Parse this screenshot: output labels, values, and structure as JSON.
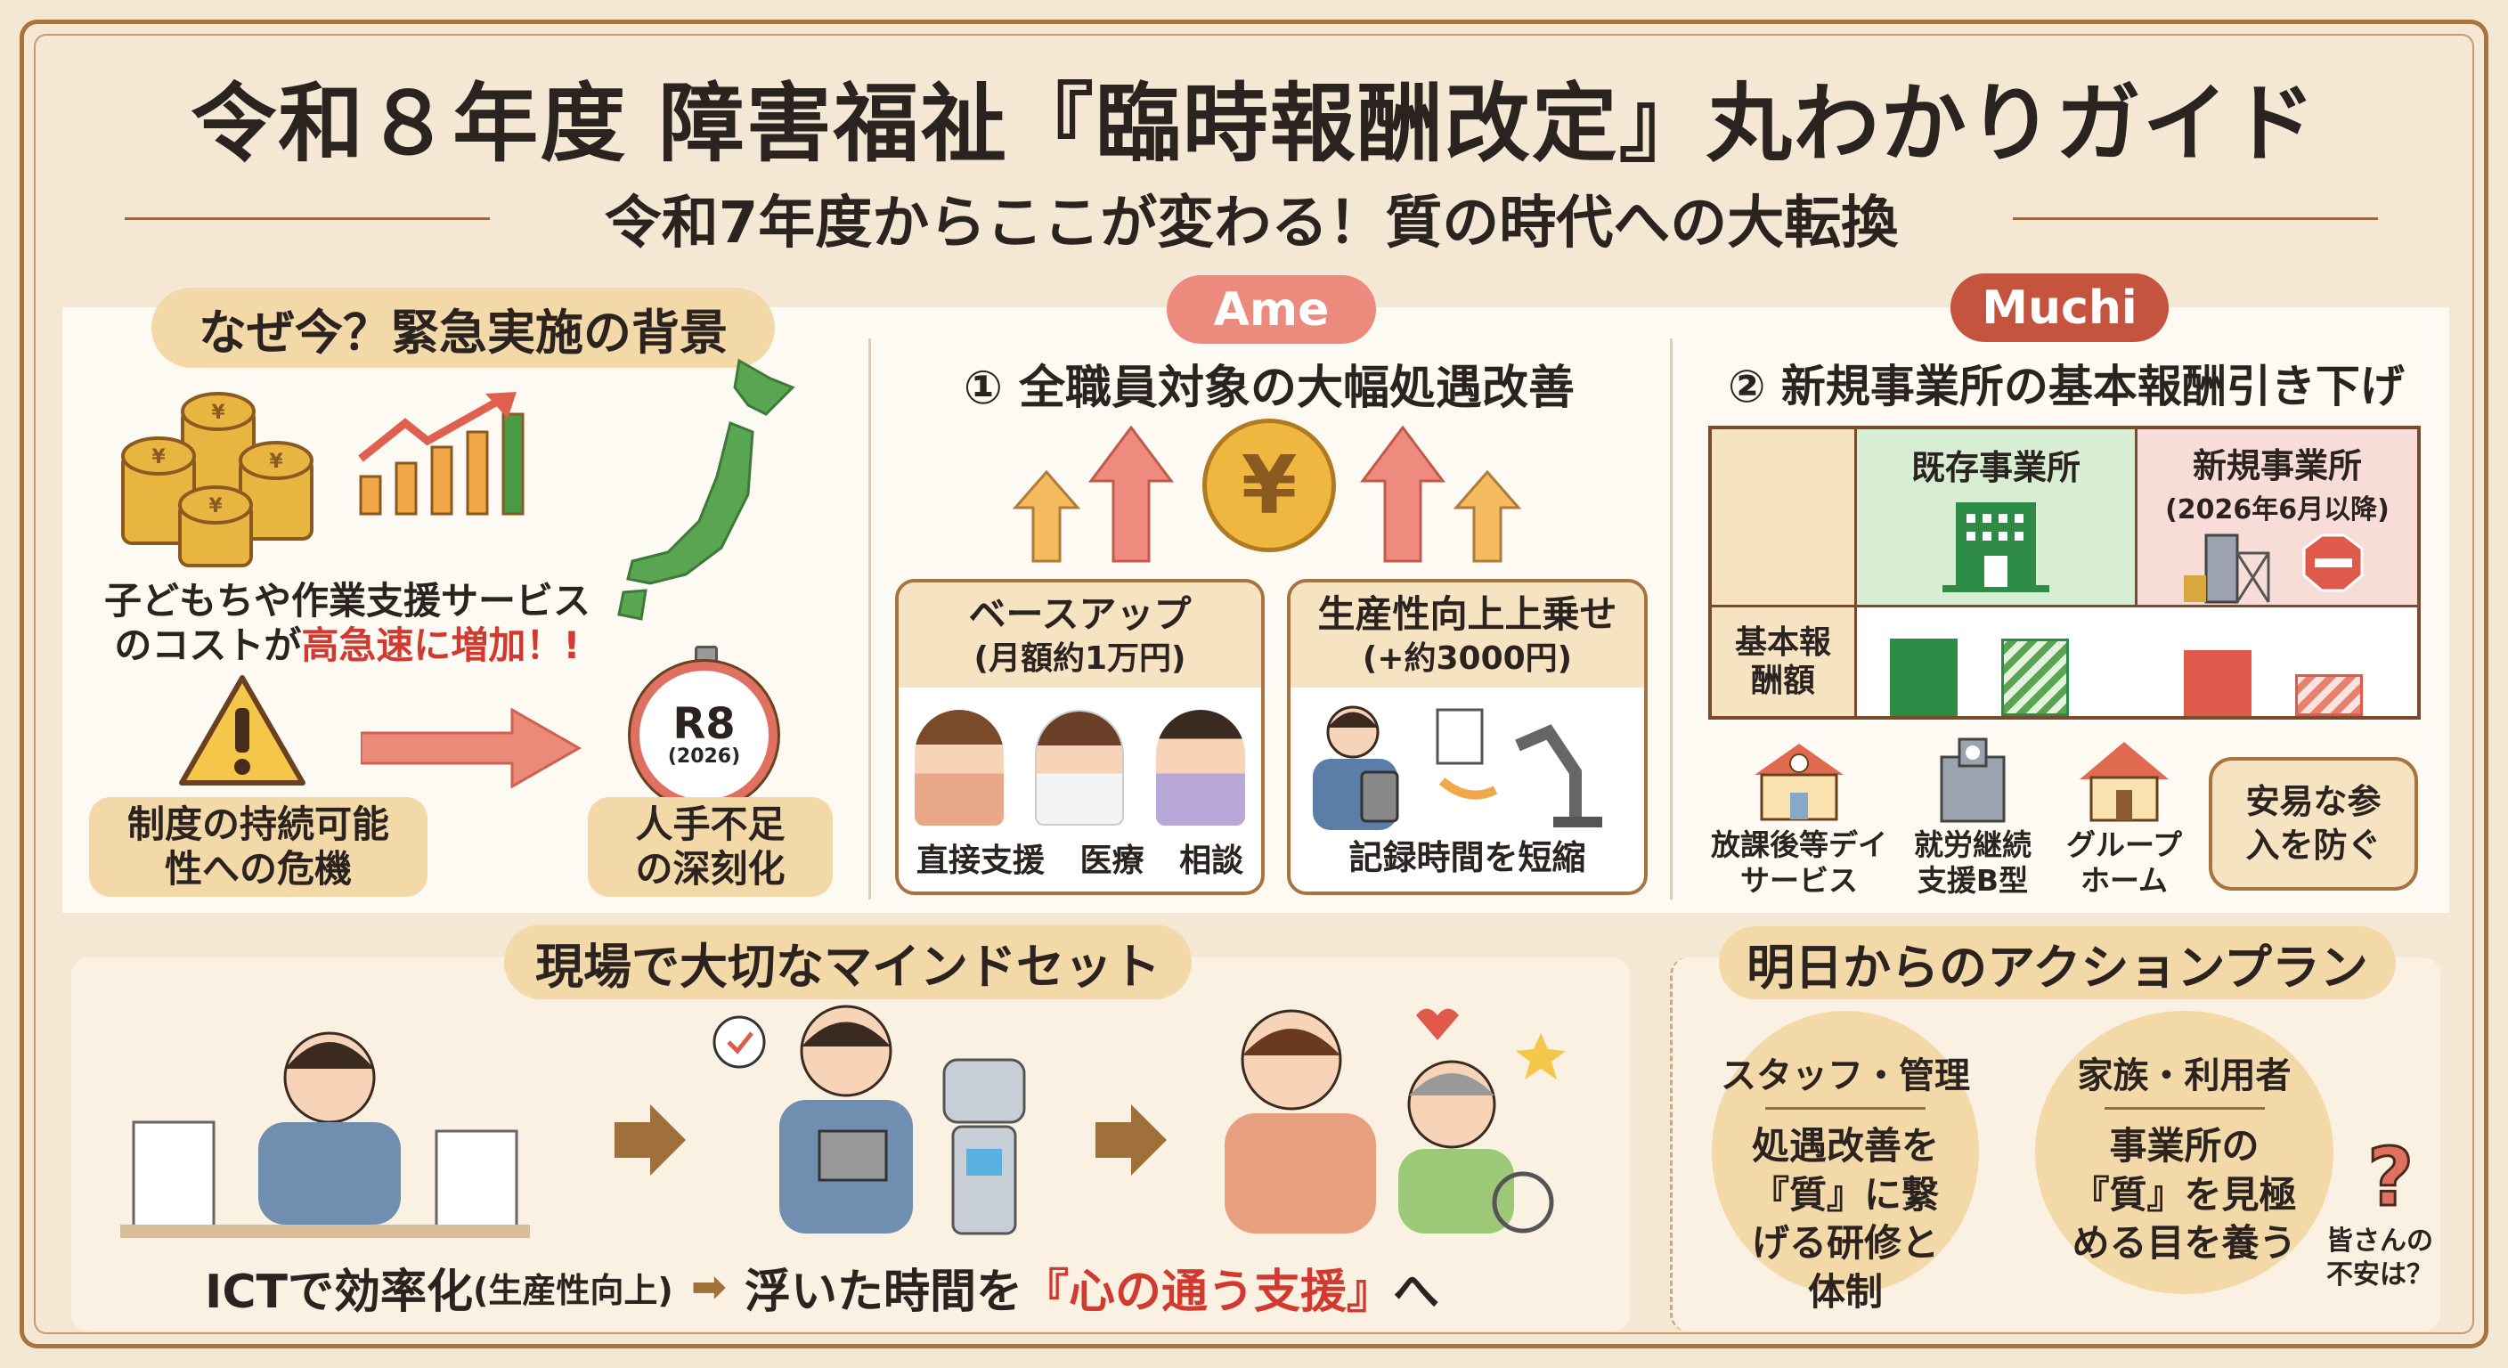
{
  "header": {
    "title": "令和８年度 障害福祉『臨時報酬改定』丸わかりガイド",
    "subtitle": "令和7年度からここが変わる！質の時代への大転換"
  },
  "background": {
    "title": "なぜ今？緊急実施の背景",
    "cost_text_1": "子どもちや作業支援サービス",
    "cost_text_2": "のコストが",
    "cost_text_red": "高急速に増加！!",
    "timer_label": "R8",
    "timer_year": "(2026)",
    "risk_box": "制度の持続可能性への危機",
    "staff_box": "人手不足の深刻化",
    "icons": [
      "coin-stack-icon",
      "bar-chart-up-icon",
      "japan-map-icon",
      "warning-icon",
      "right-arrow-icon",
      "stopwatch-icon"
    ]
  },
  "ame": {
    "tag": "Ame",
    "heading": "① 全職員対象の大幅処遇改善",
    "coin_symbol": "¥",
    "base_up": {
      "title": "ベースアップ",
      "amount": "(月額約1万円)",
      "roles": [
        "直接支援",
        "医療",
        "相談"
      ]
    },
    "productivity": {
      "title": "生産性向上上乗せ",
      "amount": "(+約3000円)",
      "caption": "記録時間を短縮"
    }
  },
  "muchi": {
    "tag": "Muchi",
    "heading": "② 新規事業所の基本報酬引き下げ",
    "col_existing": "既存事業所",
    "col_new": "新規事業所",
    "col_new_sub": "(2026年6月以降)",
    "row_label": "基本報酬額",
    "services": [
      {
        "label": "放課後等デイサービス"
      },
      {
        "label": "就労継続支援B型"
      },
      {
        "label": "グループホーム"
      }
    ],
    "bubble": "安易な参入を防ぐ",
    "colors": {
      "green": "#2e8b45",
      "red": "#e05a4c"
    }
  },
  "mindset": {
    "title": "現場で大切なマインドセット",
    "caption_left": "ICTで効率化",
    "caption_left_small": "(生産性向上)",
    "caption_right_prefix": "浮いた時間を",
    "caption_right_red": "『心の通う支援』",
    "caption_right_suffix": "へ"
  },
  "action": {
    "title": "明日からのアクションプラン",
    "items": [
      {
        "head": "スタッフ・管理",
        "body": "処遇改善を『質』に繋げる研修と体制"
      },
      {
        "head": "家族・利用者",
        "body": "事業所の『質』を見極める目を養う"
      }
    ],
    "question_mark": "?",
    "question": "皆さんの不安は？"
  }
}
